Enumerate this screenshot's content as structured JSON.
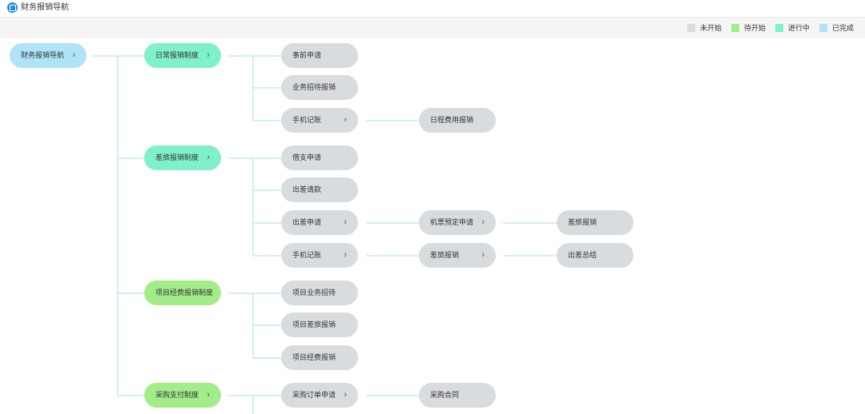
{
  "app": {
    "title": "财务报销导航",
    "icon": "app-logo-icon"
  },
  "legend": [
    {
      "label": "未开始",
      "color": "#d9dcdf"
    },
    {
      "label": "待开始",
      "color": "#a2ec8a"
    },
    {
      "label": "进行中",
      "color": "#7ff0cc"
    },
    {
      "label": "已完成",
      "color": "#aee3f8"
    }
  ],
  "nav": {
    "root": {
      "label": "财务报销导航"
    },
    "categories": {
      "daily": {
        "label": "日常报销制度",
        "items": {
          "pre_apply": "事前申请",
          "hospitality": "业务招待报销",
          "mobile_note": "手机记账",
          "schedule_cost": "日程费用报销"
        }
      },
      "travel": {
        "label": "差旅报销制度",
        "items": {
          "loan_apply": "借支申请",
          "trip_request": "出差请款",
          "trip_apply": "出差申请",
          "ticket_booking": "机票预定申请",
          "travel_reimburse": "差旅报销",
          "mobile_note": "手机记账",
          "travel_reimburse2": "差旅报销",
          "trip_summary": "出差总结"
        }
      },
      "project": {
        "label": "项目经费报销制度",
        "items": {
          "hospitality": "项目业务招待",
          "travel": "项目差旅报销",
          "expense": "项目经费报销"
        }
      },
      "procurement": {
        "label": "采购支付制度",
        "items": {
          "order_apply": "采购订单申请",
          "contract": "采购合同"
        }
      }
    }
  }
}
